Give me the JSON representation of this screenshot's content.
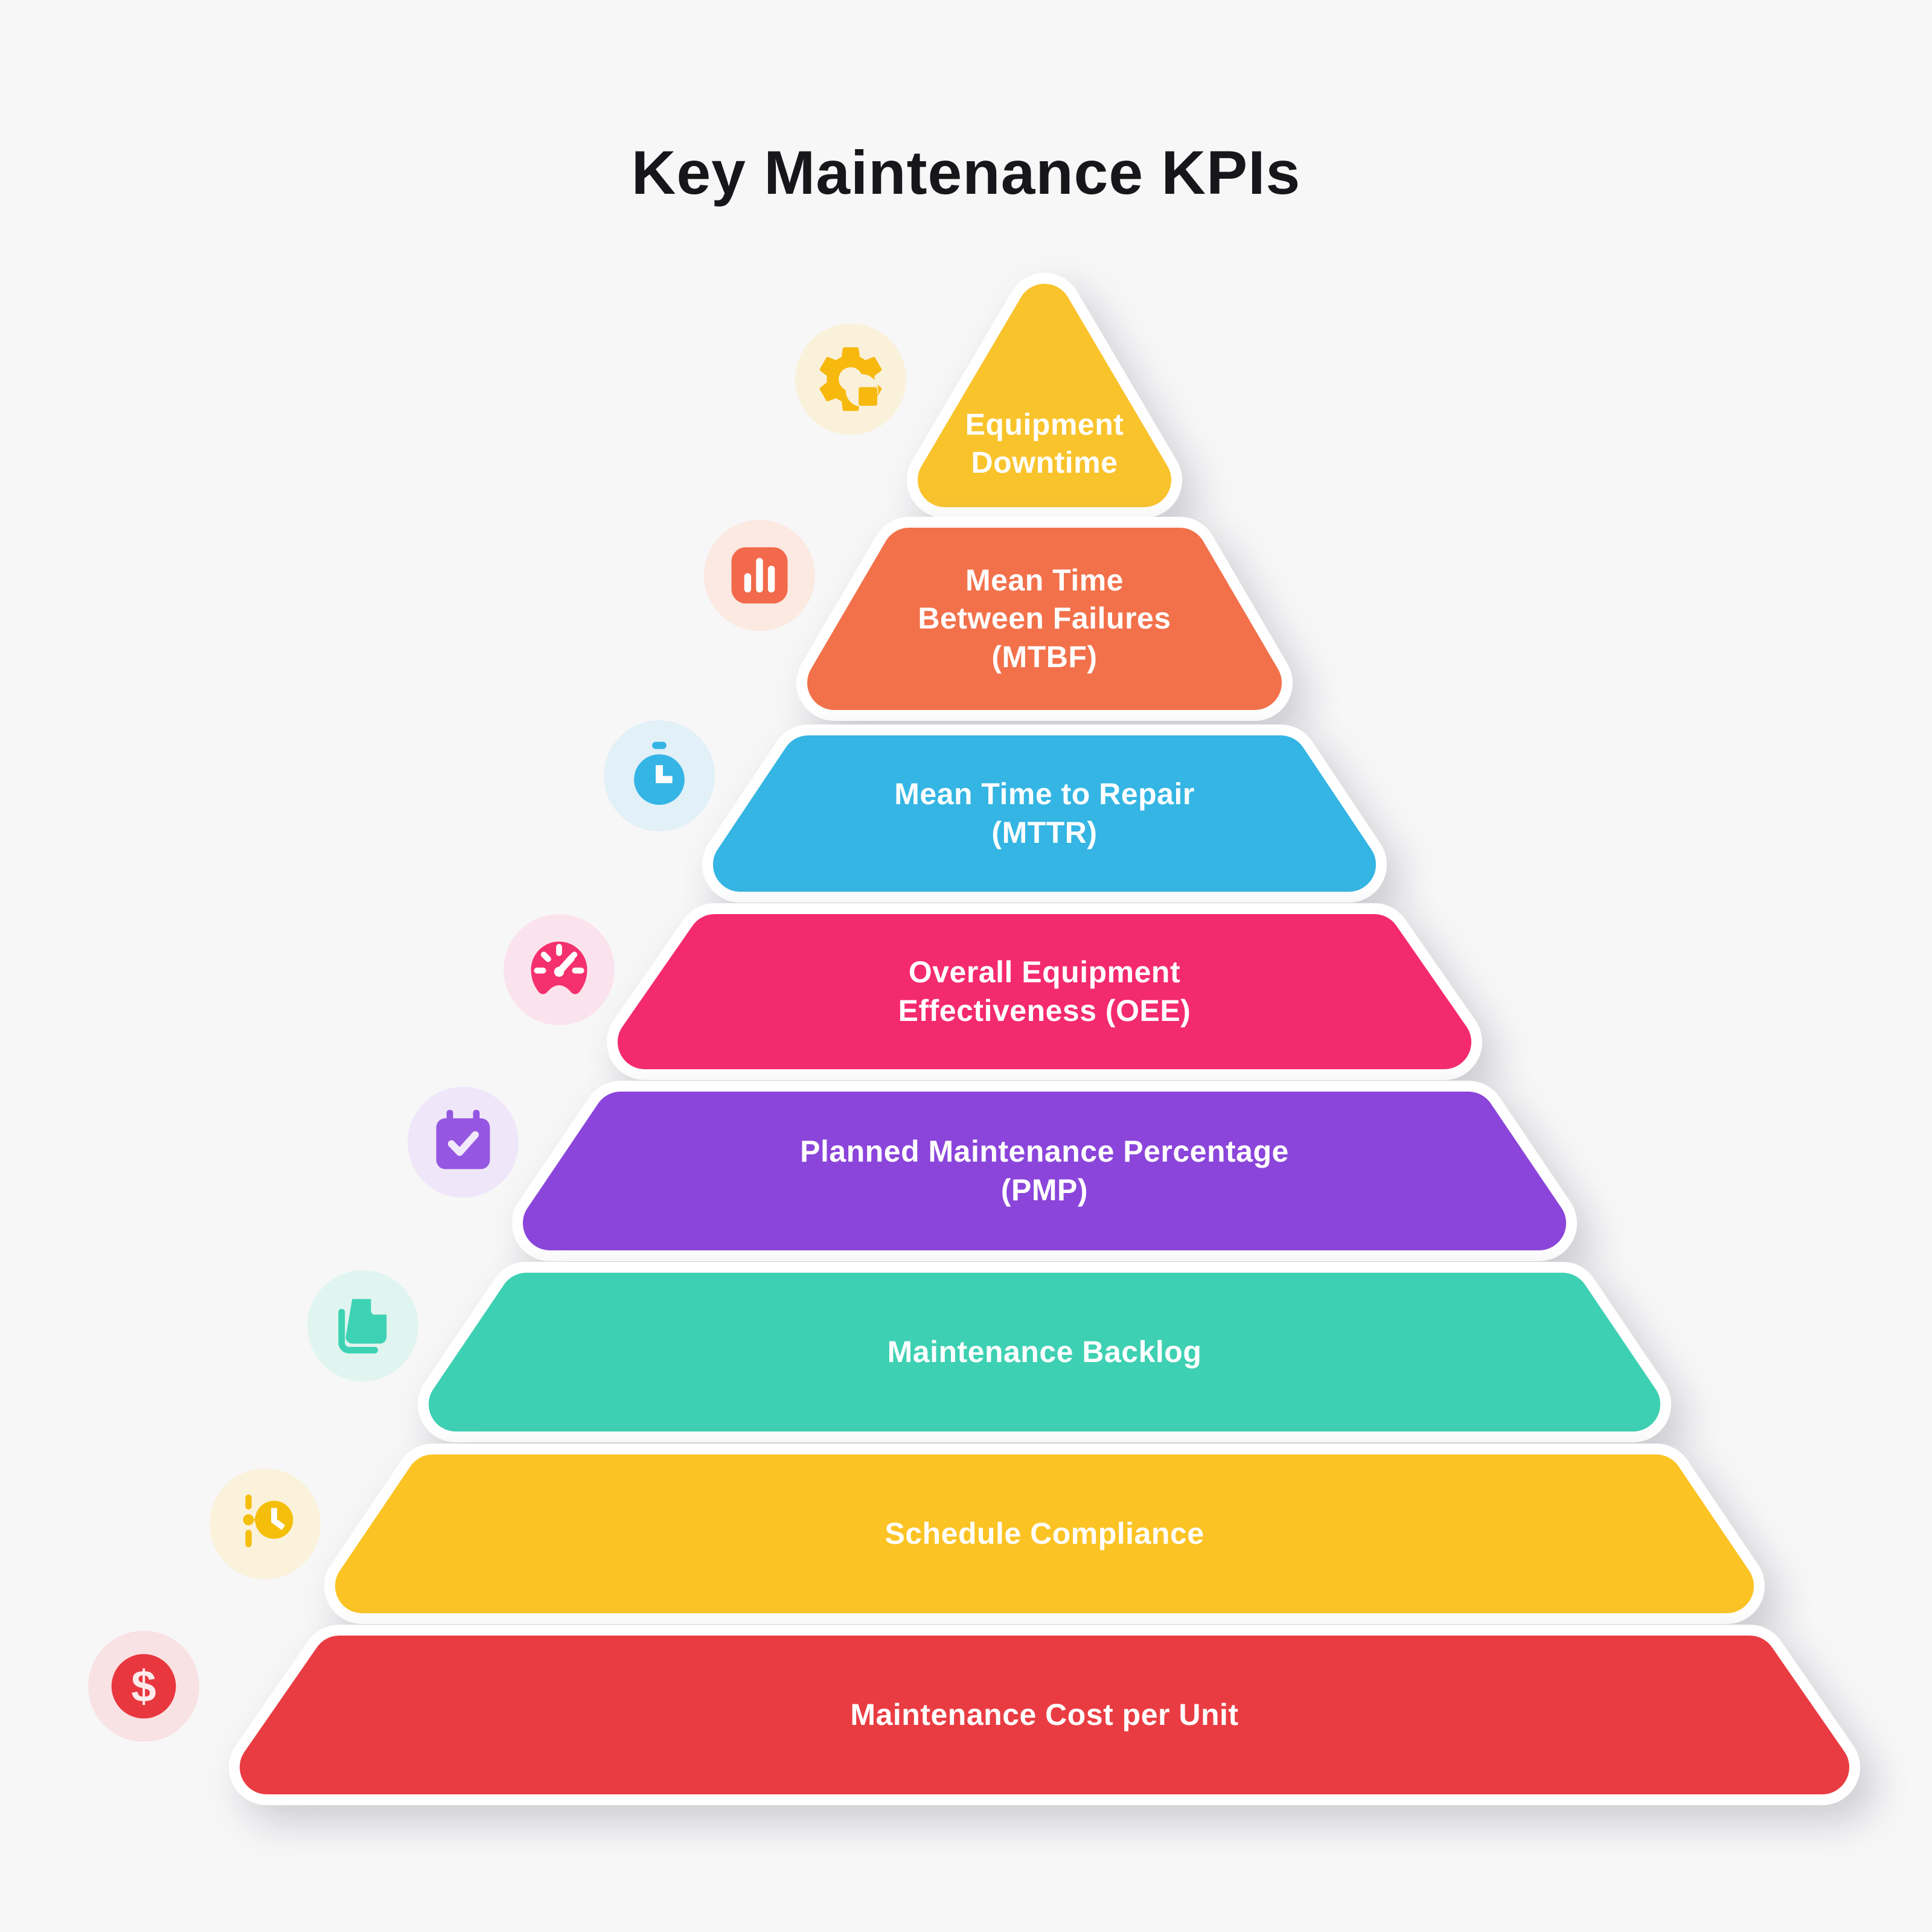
{
  "page": {
    "title": "Key Maintenance KPIs",
    "background": "#F7F7F8",
    "title_color": "#17171B",
    "label_text_color": "#FFFFFF"
  },
  "levels": [
    {
      "rank": 1,
      "label": "Equipment\nDowntime",
      "color": "#F9C32C",
      "icon": "gear-icon",
      "icon_color": "#F7B90D",
      "icon_bg": "#FAF1DA"
    },
    {
      "rank": 2,
      "label": "Mean Time\nBetween Failures\n(MTBF)",
      "color": "#F2714B",
      "icon": "bar-chart-icon",
      "icon_color": "#F2694B",
      "icon_bg": "#FBE9E2"
    },
    {
      "rank": 3,
      "label": "Mean Time to Repair\n(MTTR)",
      "color": "#34B5E3",
      "icon": "stopwatch-icon",
      "icon_color": "#35B5E5",
      "icon_bg": "#E2F0F8"
    },
    {
      "rank": 4,
      "label": "Overall Equipment\nEffectiveness (OEE)",
      "color": "#F42A6E",
      "icon": "gauge-icon",
      "icon_color": "#F5306E",
      "icon_bg": "#FBE3ED"
    },
    {
      "rank": 5,
      "label": "Planned Maintenance Percentage\n(PMP)",
      "color": "#8B45DA",
      "icon": "calendar-check-icon",
      "icon_color": "#9557E1",
      "icon_bg": "#EFE7F9"
    },
    {
      "rank": 6,
      "label": "Maintenance Backlog",
      "color": "#3ED0B3",
      "icon": "documents-icon",
      "icon_color": "#3ED2B4",
      "icon_bg": "#E1F5F0"
    },
    {
      "rank": 7,
      "label": "Schedule Compliance",
      "color": "#FBC324",
      "icon": "clock-schedule-icon",
      "icon_color": "#F5BE0B",
      "icon_bg": "#FAF2DB"
    },
    {
      "rank": 8,
      "label": "Maintenance Cost per Unit",
      "color": "#E93C42",
      "icon": "dollar-icon",
      "icon_color": "#E9373F",
      "icon_bg": "#F9E2E3"
    }
  ],
  "icons": {
    "dollar_char": "$"
  }
}
